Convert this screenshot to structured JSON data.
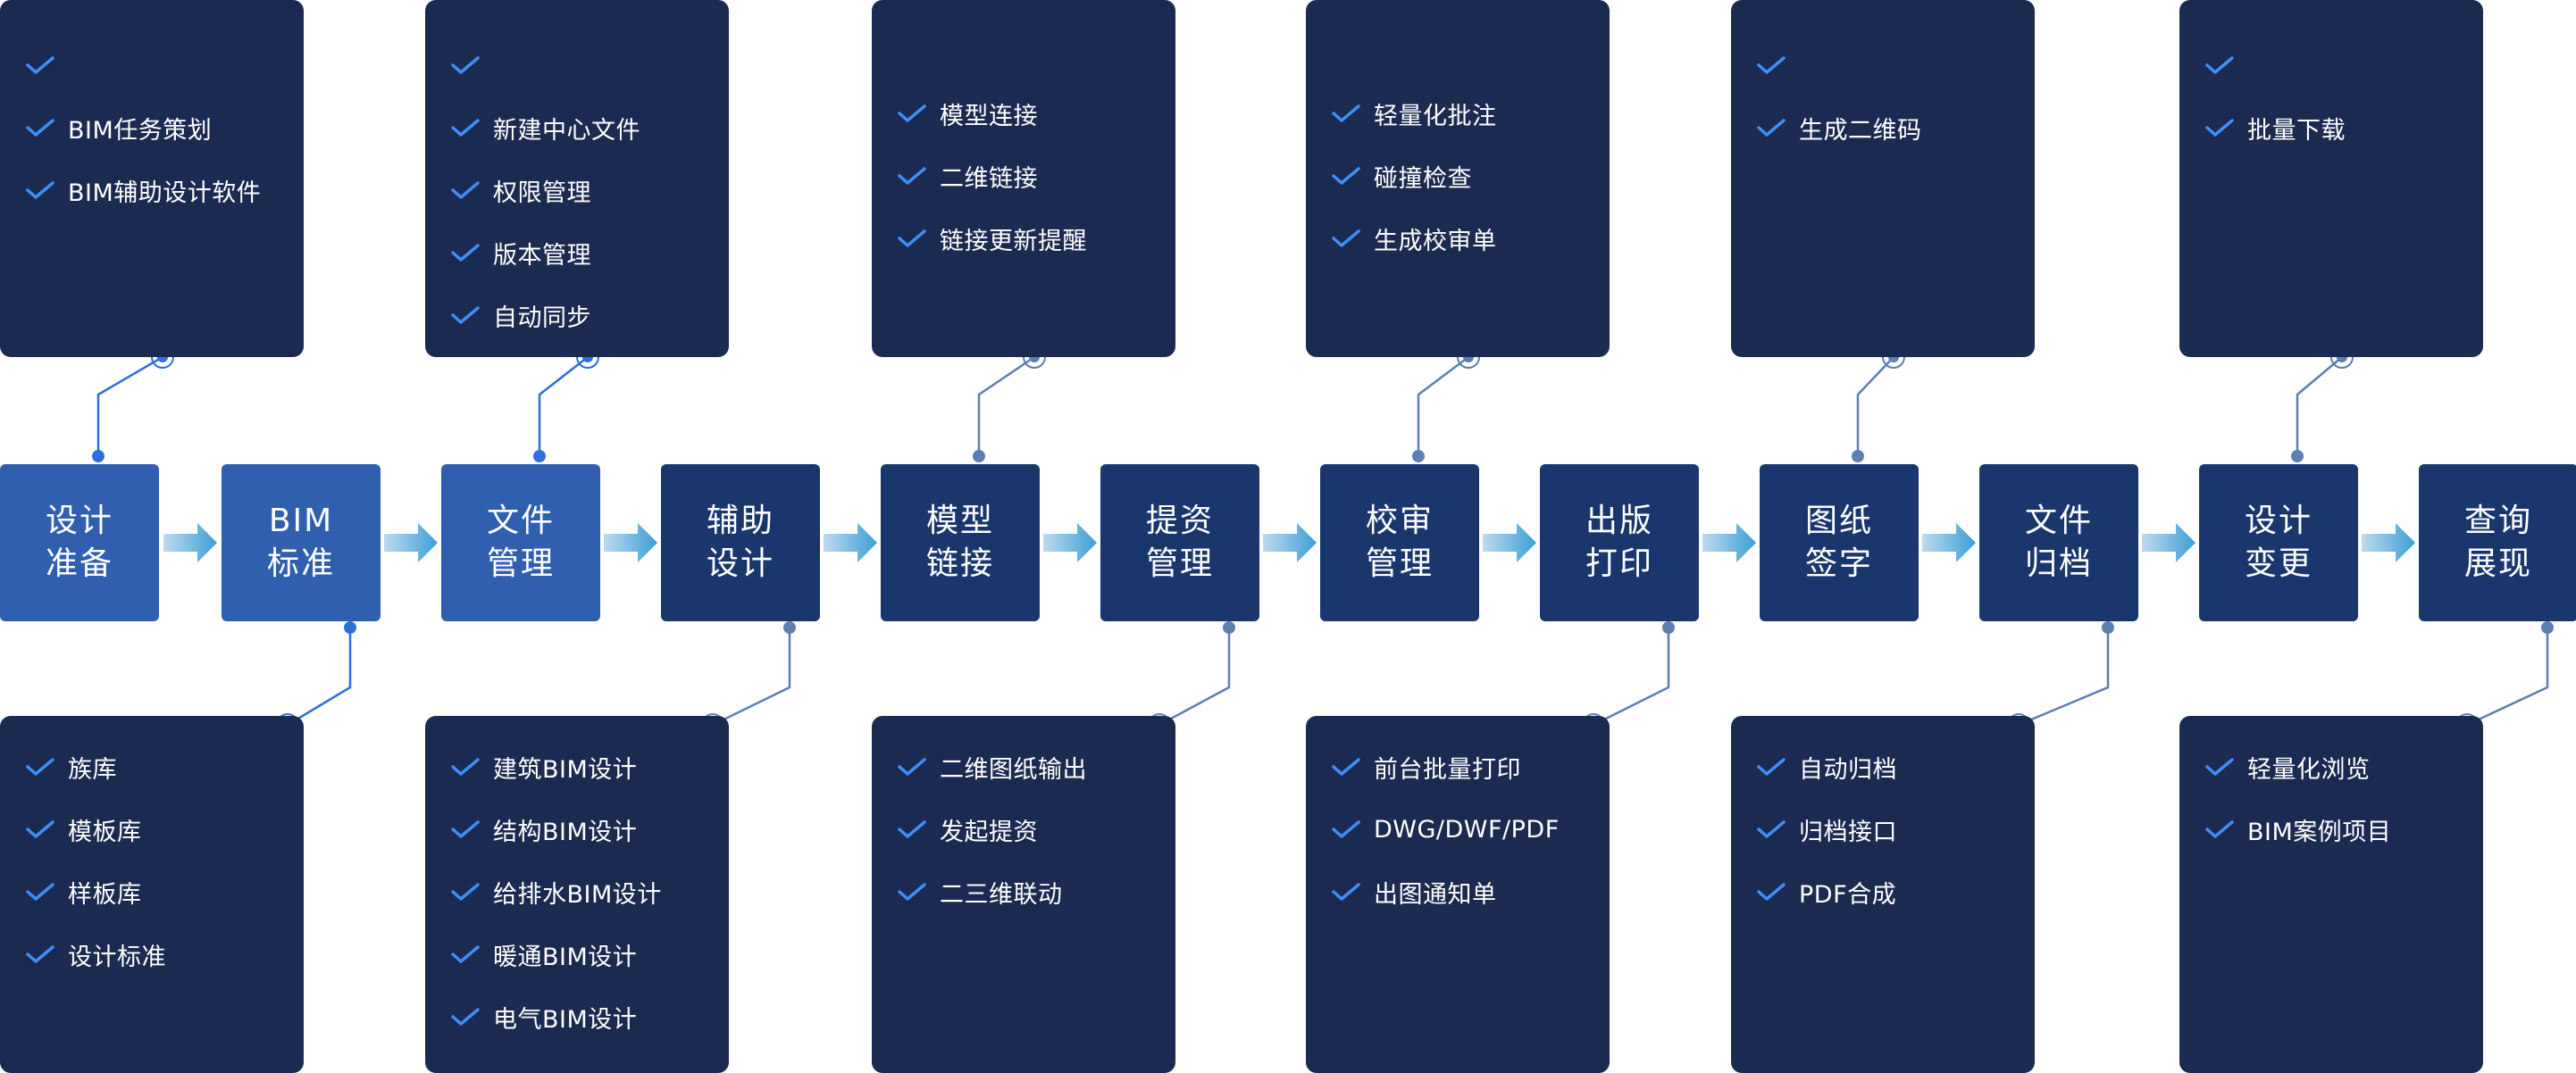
{
  "colors": {
    "card_bg": "#1b2a50",
    "step_light": "#2f5fae",
    "step_dark": "#19376d",
    "check": "#3e8ef7",
    "connector_light": "#2e6fdc",
    "connector_dark": "#5d7eb0",
    "arrow_from": "#bfdaf0",
    "arrow_to": "#3b9fd6"
  },
  "steps": [
    {
      "line1": "设计",
      "line2": "准备",
      "tone": "light"
    },
    {
      "line1": "BIM",
      "line2": "标准",
      "tone": "light"
    },
    {
      "line1": "文件",
      "line2": "管理",
      "tone": "light"
    },
    {
      "line1": "辅助",
      "line2": "设计",
      "tone": "dark"
    },
    {
      "line1": "模型",
      "line2": "链接",
      "tone": "dark"
    },
    {
      "line1": "提资",
      "line2": "管理",
      "tone": "dark"
    },
    {
      "line1": "校审",
      "line2": "管理",
      "tone": "dark"
    },
    {
      "line1": "出版",
      "line2": "打印",
      "tone": "dark"
    },
    {
      "line1": "图纸",
      "line2": "签字",
      "tone": "dark"
    },
    {
      "line1": "文件",
      "line2": "归档",
      "tone": "dark"
    },
    {
      "line1": "设计",
      "line2": "变更",
      "tone": "dark"
    },
    {
      "line1": "查询",
      "line2": "展现",
      "tone": "dark"
    }
  ],
  "top_cards": [
    {
      "items": [
        "",
        "BIM任务策划",
        "BIM辅助设计软件"
      ]
    },
    {
      "items": [
        "",
        "新建中心文件",
        "权限管理",
        "版本管理",
        "自动同步"
      ]
    },
    {
      "items": [
        "模型连接",
        "二维链接",
        "链接更新提醒"
      ]
    },
    {
      "items": [
        "轻量化批注",
        "碰撞检查",
        "生成校审单"
      ]
    },
    {
      "items": [
        "",
        "生成二维码"
      ]
    },
    {
      "items": [
        "",
        "批量下载"
      ]
    }
  ],
  "bottom_cards": [
    {
      "items": [
        "族库",
        "模板库",
        "样板库",
        "设计标准"
      ]
    },
    {
      "items": [
        "建筑BIM设计",
        "结构BIM设计",
        "给排水BIM设计",
        "暖通BIM设计",
        "电气BIM设计"
      ]
    },
    {
      "items": [
        "二维图纸输出",
        "发起提资",
        "二三维联动"
      ]
    },
    {
      "items": [
        "前台批量打印",
        "DWG/DWF/PDF",
        "出图通知单"
      ]
    },
    {
      "items": [
        "自动归档",
        "归档接口",
        "PDF合成"
      ]
    },
    {
      "items": [
        "轻量化浏览",
        "BIM案例项目"
      ]
    }
  ]
}
